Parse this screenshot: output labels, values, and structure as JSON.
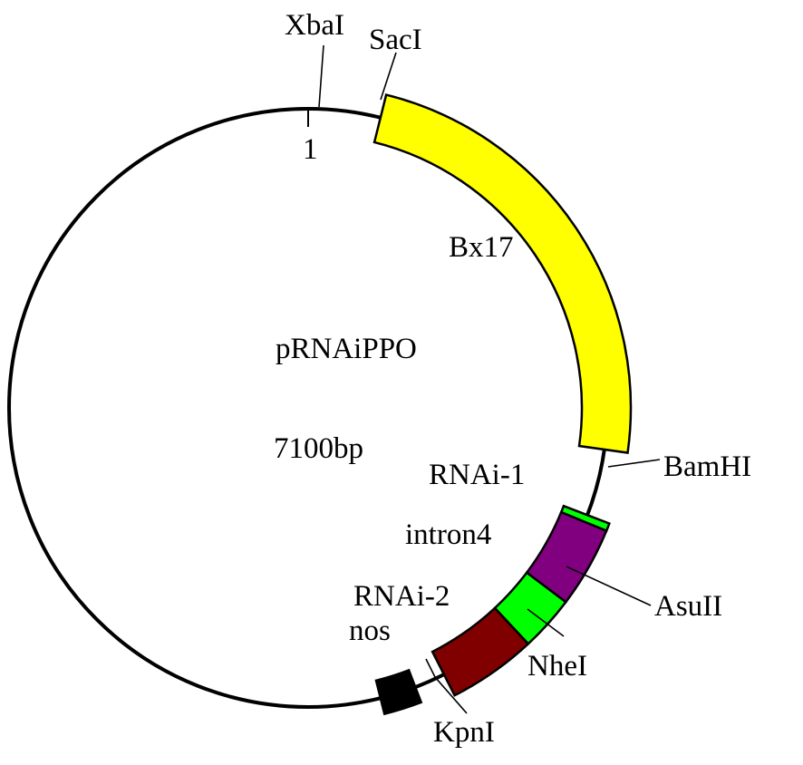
{
  "plasmid": {
    "name": "pRNAiPPO",
    "size": "7100bp",
    "origin_label": "1"
  },
  "features": [
    {
      "id": "bx17",
      "label": "Bx17",
      "color": "#ffff00"
    },
    {
      "id": "rnai1",
      "label": "RNAi-1",
      "color": "#800080"
    },
    {
      "id": "intron4",
      "label": "intron4",
      "color": "#00ff00"
    },
    {
      "id": "rnai2",
      "label": "RNAi-2",
      "color": "#800000"
    },
    {
      "id": "nos",
      "label": "nos",
      "color": "#000000"
    }
  ],
  "sites": [
    {
      "id": "xbai",
      "label": "XbaI"
    },
    {
      "id": "saci",
      "label": "SacI"
    },
    {
      "id": "bamhi",
      "label": "BamHI",
      "color": "#00ff00"
    },
    {
      "id": "asuii",
      "label": "AsuII"
    },
    {
      "id": "nhei",
      "label": "NheI"
    },
    {
      "id": "kpni",
      "label": "KpnI"
    }
  ]
}
